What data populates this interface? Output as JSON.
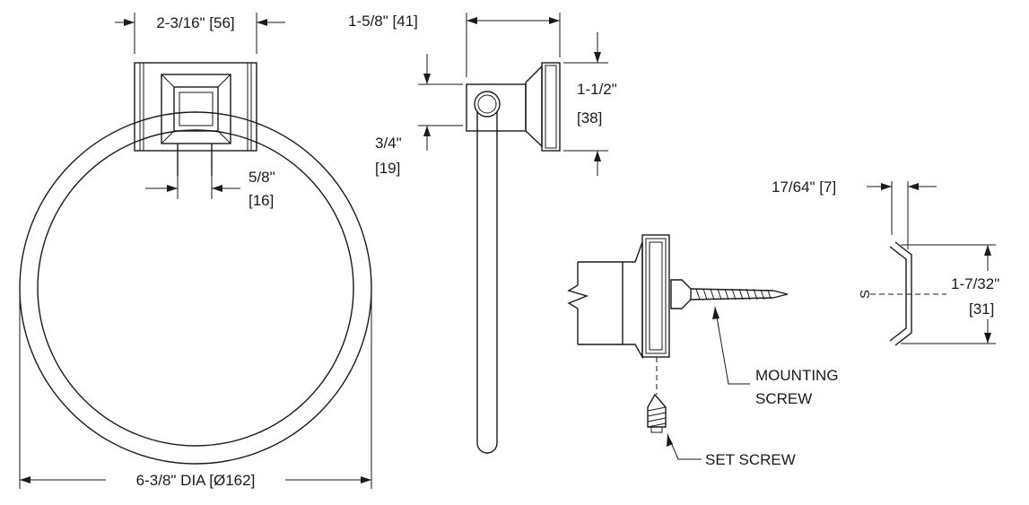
{
  "dimensions": {
    "flange_width": "2-3/16\" [56]",
    "post_width_in": "5/8\"",
    "post_width_mm": "[16]",
    "projection": "1-5/8\" [41]",
    "flange_height_in": "1-1/2\"",
    "flange_height_mm": "[38]",
    "post_height_in": "3/4\"",
    "post_height_mm": "[19]",
    "clip_depth": "17/64\" [7]",
    "clip_height_in": "1-7/32\"",
    "clip_height_mm": "[31]",
    "ring_diameter": "6-3/8\" DIA [Ø162]",
    "clip_center_mark": "S"
  },
  "callouts": {
    "mounting_screw_line1": "MOUNTING",
    "mounting_screw_line2": "SCREW",
    "set_screw": "SET SCREW"
  }
}
